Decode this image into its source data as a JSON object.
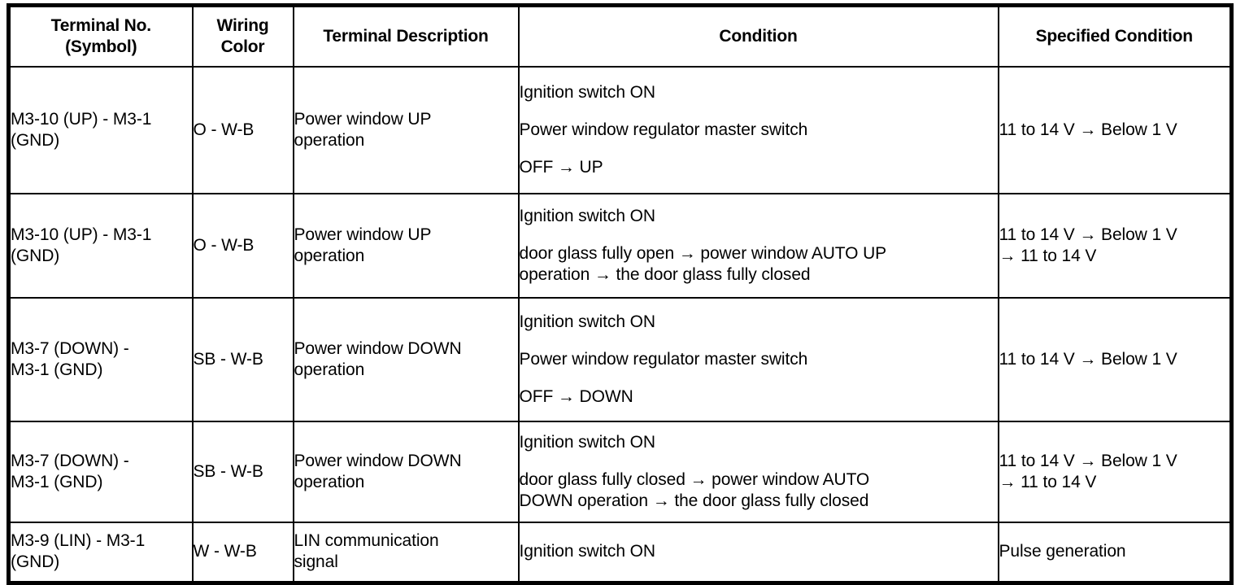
{
  "table": {
    "headers": {
      "terminal_line1": "Terminal No.",
      "terminal_line2": "(Symbol)",
      "wiring_line1": "Wiring",
      "wiring_line2": "Color",
      "description": "Terminal Description",
      "condition": "Condition",
      "specified_condition": "Specified Condition"
    },
    "rows": [
      {
        "terminal_line1": "M3-10 (UP) - M3-1",
        "terminal_line2": "(GND)",
        "wiring_color": "O - W-B",
        "description_line1": "Power window UP",
        "description_line2": "operation",
        "condition_1": "Ignition switch ON",
        "condition_2": "Power window regulator master switch",
        "condition_3": "OFF → UP",
        "specified_line1": "11 to 14 V → Below 1 V",
        "specified_line2": ""
      },
      {
        "terminal_line1": "M3-10 (UP) - M3-1",
        "terminal_line2": "(GND)",
        "wiring_color": "O - W-B",
        "description_line1": "Power window UP",
        "description_line2": "operation",
        "condition_1": "Ignition switch ON",
        "condition_2": "door glass fully open → power window AUTO UP",
        "condition_3": "operation → the door glass fully closed",
        "specified_line1": "11 to 14 V → Below 1 V",
        "specified_line2": "→ 11 to 14 V"
      },
      {
        "terminal_line1": "M3-7 (DOWN) -",
        "terminal_line2": "M3-1 (GND)",
        "wiring_color": "SB - W-B",
        "description_line1": "Power window DOWN",
        "description_line2": "operation",
        "condition_1": "Ignition switch ON",
        "condition_2": "Power window regulator master switch",
        "condition_3": "OFF → DOWN",
        "specified_line1": "11 to 14 V → Below 1 V",
        "specified_line2": ""
      },
      {
        "terminal_line1": "M3-7 (DOWN) -",
        "terminal_line2": "M3-1 (GND)",
        "wiring_color": "SB - W-B",
        "description_line1": "Power window DOWN",
        "description_line2": "operation",
        "condition_1": "Ignition switch ON",
        "condition_2": "door glass fully closed → power window AUTO",
        "condition_3": "DOWN operation → the door glass fully closed",
        "specified_line1": "11 to 14 V → Below 1 V",
        "specified_line2": "→ 11 to 14 V"
      },
      {
        "terminal_line1": "M3-9 (LIN) - M3-1",
        "terminal_line2": "(GND)",
        "wiring_color": "W - W-B",
        "description_line1": "LIN communication",
        "description_line2": "signal",
        "condition_1": "Ignition switch ON",
        "condition_2": "",
        "condition_3": "",
        "specified_line1": "Pulse generation",
        "specified_line2": ""
      }
    ]
  },
  "colors": {
    "border": "#000000",
    "text": "#000000",
    "background": "#ffffff"
  }
}
